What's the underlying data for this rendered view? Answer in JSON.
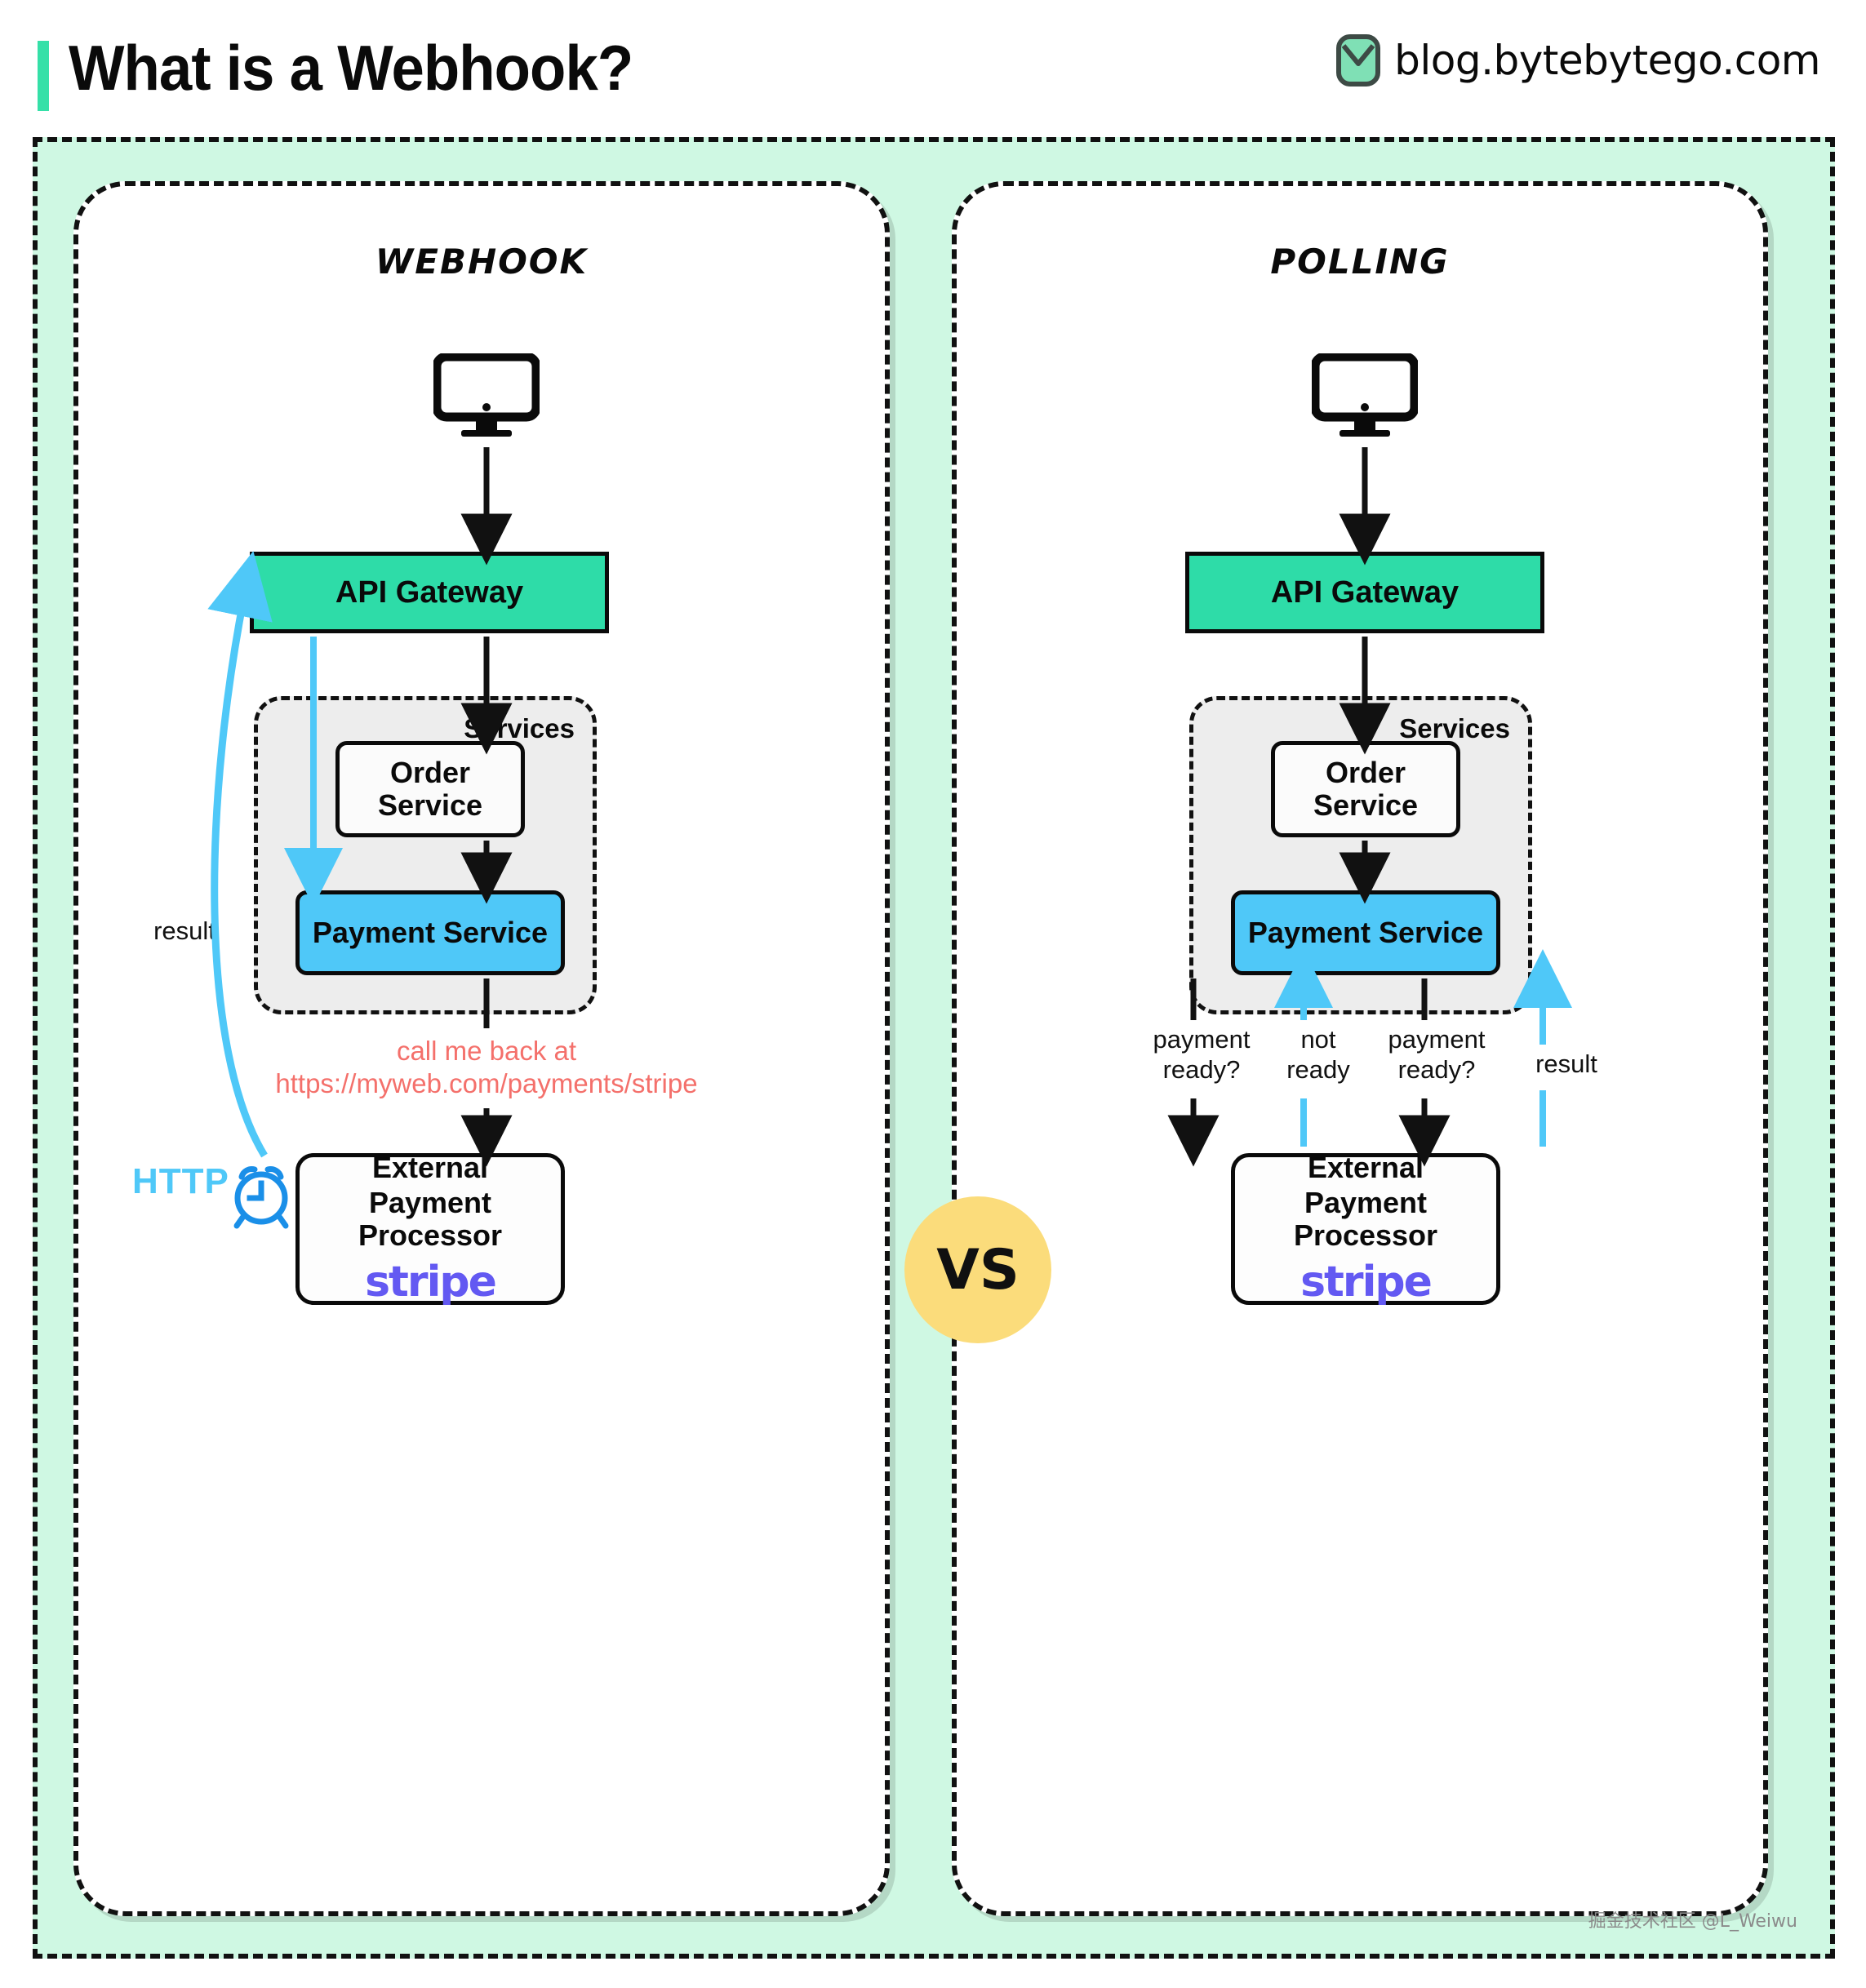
{
  "header": {
    "title": "What is a Webhook?",
    "brand_text": "blog.bytebytego.com",
    "brand_icon": "bytebytego-logo-icon",
    "accent_color": "#35E0A8"
  },
  "vs_badge": {
    "label": "VS",
    "color": "#FBDC7B"
  },
  "colors": {
    "outer_background": "#CFF8E3",
    "panel_background": "#FFFFFF",
    "gateway_fill": "#2EDCA8",
    "payment_service_fill": "#4FC8F8",
    "services_group_fill": "#EDEDED",
    "stripe_purple": "#6359F2",
    "red_callout": "#F4706B",
    "blue_arrow": "#4FC8F8",
    "clock_blue": "#1A8FE8",
    "black_arrow": "#111111"
  },
  "panels": [
    {
      "id": "webhook",
      "title": "Webhook",
      "client_icon": "desktop-monitor-icon",
      "gateway": {
        "label": "API Gateway"
      },
      "services_group": {
        "label": "Services"
      },
      "order_service": {
        "label_line1": "Order",
        "label_line2": "Service"
      },
      "payment_service": {
        "label": "Payment Service"
      },
      "processor": {
        "label_line1": "External",
        "label_line2": "Payment Processor",
        "logo": "stripe"
      },
      "callout": {
        "line1": "call me back at",
        "line2": "https://myweb.com/payments/stripe"
      },
      "result_label": "result",
      "http_label": "HTTP",
      "clock_icon": "alarm-clock-icon"
    },
    {
      "id": "polling",
      "title": "Polling",
      "client_icon": "desktop-monitor-icon",
      "gateway": {
        "label": "API Gateway"
      },
      "services_group": {
        "label": "Services"
      },
      "order_service": {
        "label_line1": "Order",
        "label_line2": "Service"
      },
      "payment_service": {
        "label": "Payment Service"
      },
      "processor": {
        "label_line1": "External",
        "label_line2": "Payment Processor",
        "logo": "stripe"
      },
      "poll_labels": [
        {
          "line1": "payment",
          "line2": "ready?",
          "direction": "down",
          "color": "#111111"
        },
        {
          "line1": "not",
          "line2": "ready",
          "direction": "up",
          "color": "#4FC8F8"
        },
        {
          "line1": "payment",
          "line2": "ready?",
          "direction": "down",
          "color": "#111111"
        },
        {
          "line1": "result",
          "line2": "",
          "direction": "up",
          "color": "#4FC8F8"
        }
      ]
    }
  ],
  "watermark": "掘金技术社区 @L_Weiwu"
}
